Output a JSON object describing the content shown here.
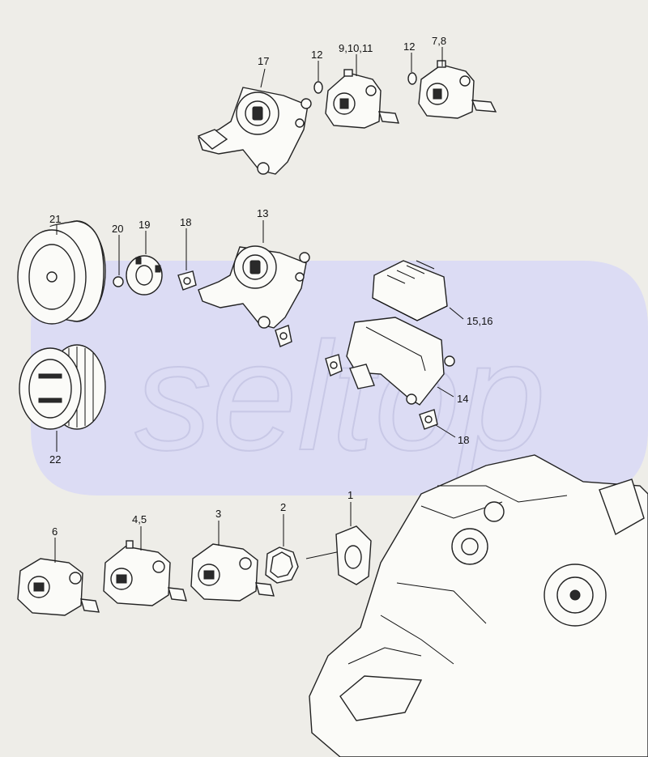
{
  "watermark": {
    "text": "seltop",
    "color": "#d6d6f2"
  },
  "colors": {
    "background": "#eeede8",
    "line": "#222222",
    "part_fill": "#fbfbf8"
  },
  "callouts": [
    {
      "id": "c17",
      "text": "17"
    },
    {
      "id": "c12a",
      "text": "12"
    },
    {
      "id": "c9",
      "text": "9,10,11"
    },
    {
      "id": "c12b",
      "text": "12"
    },
    {
      "id": "c78",
      "text": "7,8"
    },
    {
      "id": "c21",
      "text": "21"
    },
    {
      "id": "c20",
      "text": "20"
    },
    {
      "id": "c19",
      "text": "19"
    },
    {
      "id": "c18a",
      "text": "18"
    },
    {
      "id": "c13",
      "text": "13"
    },
    {
      "id": "c1516",
      "text": "15,16"
    },
    {
      "id": "c14",
      "text": "14"
    },
    {
      "id": "c18b",
      "text": "18"
    },
    {
      "id": "c22",
      "text": "22"
    },
    {
      "id": "c6",
      "text": "6"
    },
    {
      "id": "c45",
      "text": "4,5"
    },
    {
      "id": "c3",
      "text": "3"
    },
    {
      "id": "c2",
      "text": "2"
    },
    {
      "id": "c1",
      "text": "1"
    }
  ]
}
